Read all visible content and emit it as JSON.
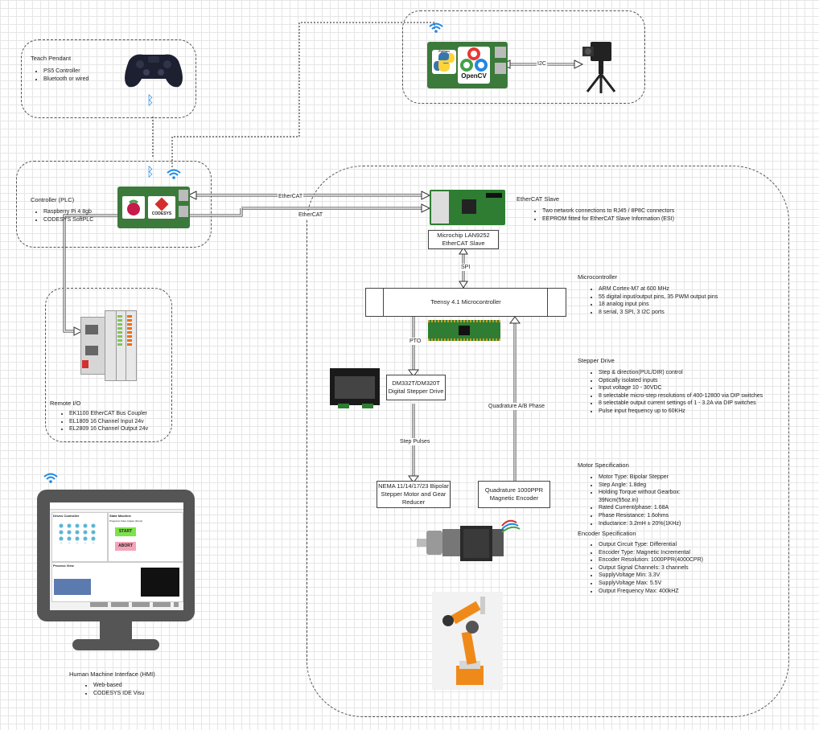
{
  "teach_pendant": {
    "title": "Teach Pendant",
    "items": [
      "PS5 Controller",
      "Bluetooth or wired"
    ]
  },
  "controller": {
    "title": "Controller (PLC)",
    "items": [
      "Raspberry Pi 4 8gb",
      "CODESYS SoftPLC"
    ],
    "codesys_logo": "CODESYS"
  },
  "remote_io": {
    "title": "Remote I/O",
    "items": [
      "EK1100 EtherCAT Bus Coupler",
      "EL1809 16 Channel Input 24v",
      "EL2809 16 Channel Output 24v"
    ]
  },
  "hmi": {
    "title": "Human Machine Interface (HMI)",
    "items": [
      "Web-based",
      "CODESYS IDE Visu"
    ],
    "screen": {
      "drives_title": "Drives Controller",
      "state_title": "State Machine",
      "program_label": "Programs Index Angles (Items)",
      "start": "START",
      "abort": "ABORT",
      "process_title": "Process View"
    }
  },
  "vision": {
    "logo_text": "OpenCV",
    "python_text": "Python",
    "link_label": "I2C"
  },
  "links": {
    "ethercat_1": "EtherCAT",
    "ethercat_2": "EtherCAT",
    "spi": "SPI",
    "pto": "PTO",
    "step_pulses": "Step Pulses",
    "quadrature": "Quadrature A/B Phase"
  },
  "ethercat_slave": {
    "title": "EtherCAT Slave",
    "items": [
      "Two network connections to RJ45 / 8P8C connectors",
      "EEPROM fitted for EtherCAT Slave Information (ESI)"
    ],
    "chip_line1": "Microchip LAN9252",
    "chip_line2": "EtherCAT Slave"
  },
  "microcontroller": {
    "box_label": "Teensy 4.1 Microcontroller",
    "title": "Microcontroller",
    "items": [
      "ARM Cortex-M7 at 600 MHz",
      "55 digital input/output pins, 35 PWM output pins",
      "18 analog input pins",
      "8 serial, 3 SPI, 3 I2C ports"
    ]
  },
  "stepper_drive": {
    "box_line1": "DM332T/DM320T",
    "box_line2": "Digital Stepper Drive",
    "title": "Stepper Drive",
    "items": [
      "Step & direction(PUL/DIR) control",
      "Optically isolated inputs",
      "Input voltage 10 - 30VDC",
      "8 selectable micro-step resolutions of 400-12800 via DIP switches",
      "8 selectable output current settings of 1 - 3.2A via DIP switches",
      "Pulse input frequency up to 60KHz"
    ]
  },
  "motor": {
    "box_line1": "NEMA 11/14/17/23 Bipolar",
    "box_line2": "Stepper Motor and Gear",
    "box_line3": "Reducer",
    "title": "Motor Specification",
    "items": [
      "Motor Type: Bipolar Stepper",
      "Step Angle: 1.8deg",
      "Holding Torque without Gearbox: 39Ncm(55oz.in)",
      "Rated Current/phase: 1.68A",
      "Phase Resistance: 1.6ohms",
      "Inductance: 3.2mH ± 20%(1KHz)"
    ]
  },
  "encoder": {
    "box_line1": "Quadrature 1000PPR",
    "box_line2": "Magnetic Encoder",
    "title": "Encoder Specification",
    "items": [
      "Output Circuit Type: Differential",
      "Encoder Type: Magnetic Incremental",
      "Encoder Resolution: 1000PPR(4000CPR)",
      "Output Signal Channels: 3 channels",
      "SupplyVoltage Min: 3.3V",
      "SupplyVoltage Max: 5.5V",
      "Output Frequency Max: 400kHZ"
    ]
  },
  "colors": {
    "line": "#333333",
    "bluetooth": "#1e88e5",
    "wifi": "#1e88e5",
    "pcb_green": "#3b7a3b",
    "start_green": "#7ee24b",
    "abort_pink": "#f4a3b8"
  }
}
